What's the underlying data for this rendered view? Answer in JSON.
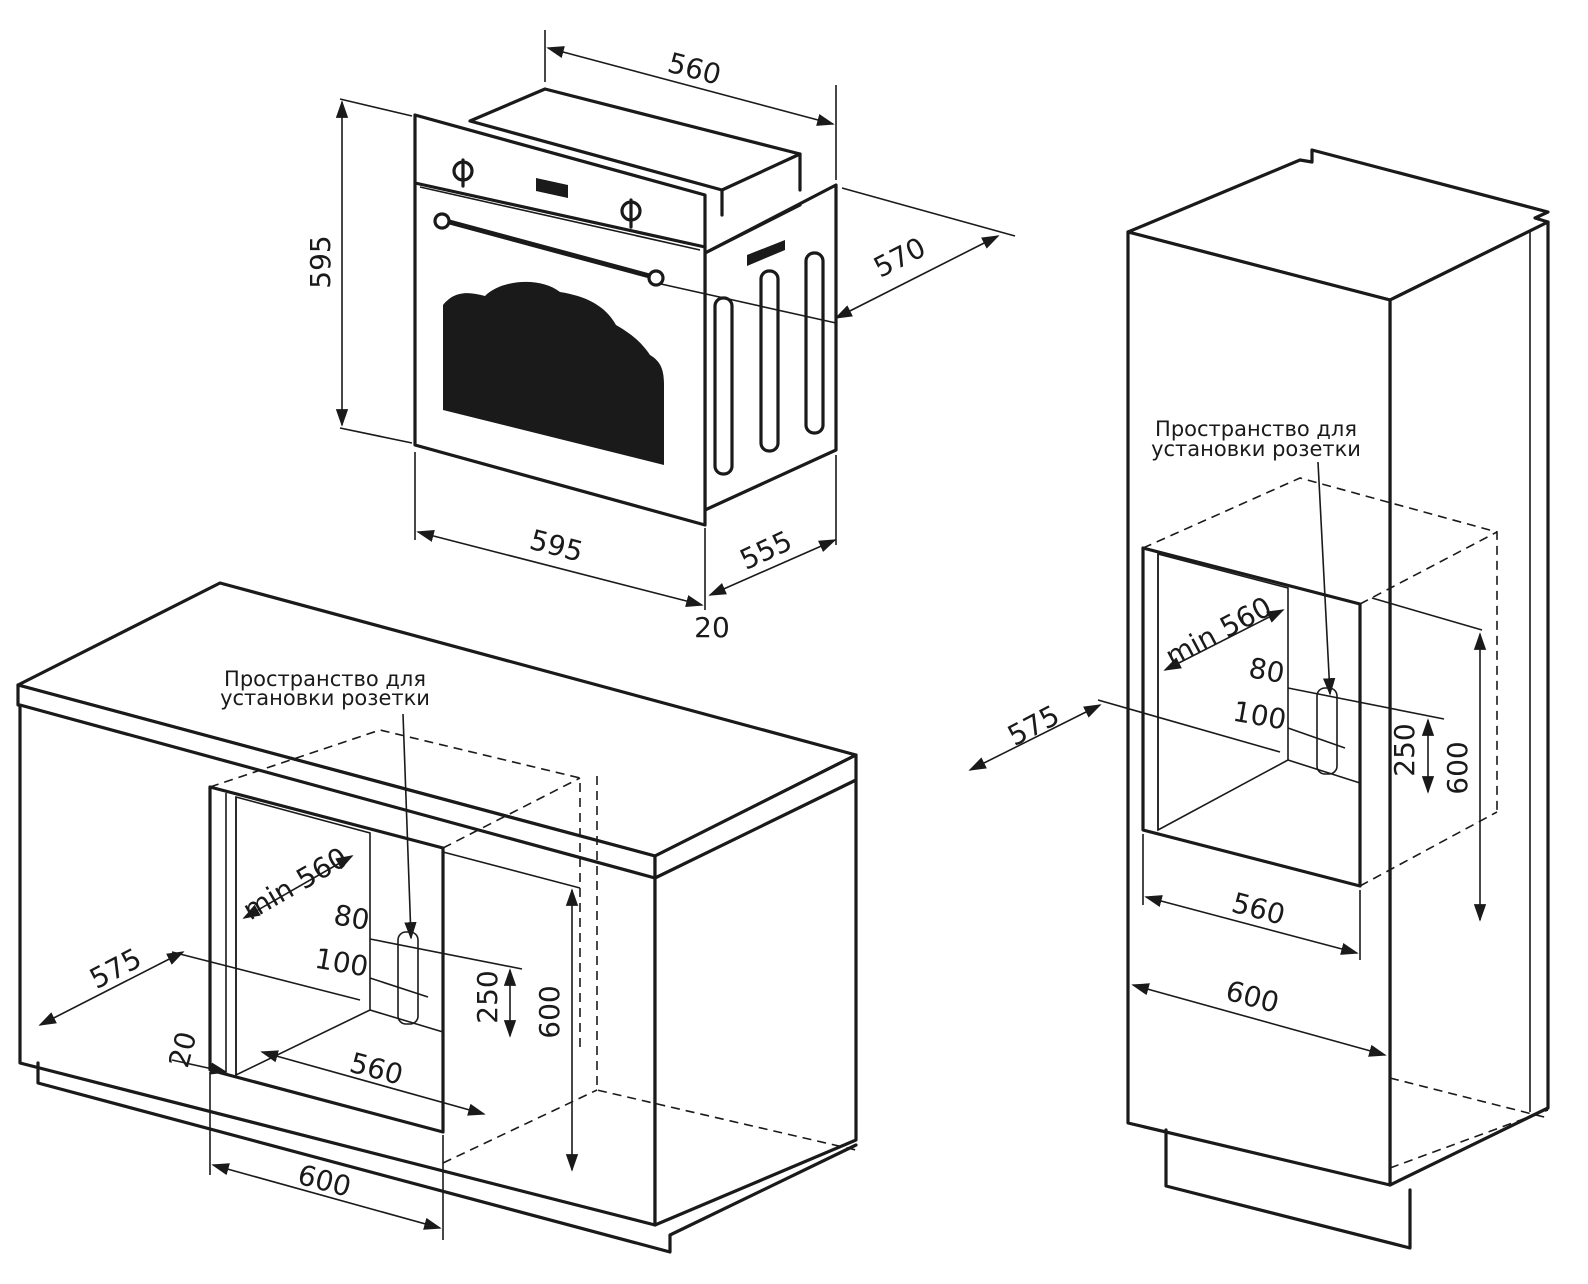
{
  "oven": {
    "width_label": "560",
    "height_label": "595",
    "depth_label": "570",
    "front_width_label": "595",
    "body_depth_label": "555",
    "door_label": "20"
  },
  "cabinet_under": {
    "caption_line1": "Пространство для",
    "caption_line2": "установки розетки",
    "depth_label": "575",
    "min_depth_label": "min 560",
    "socket_top_label": "80",
    "socket_gap_label": "100",
    "socket_zone_label": "250",
    "niche_height_label": "600",
    "gap_label": "20",
    "niche_width_label": "560",
    "cabinet_width_label": "600"
  },
  "cabinet_column": {
    "caption_line1": "Пространство для",
    "caption_line2": "установки розетки",
    "depth_label": "575",
    "min_depth_label": "min 560",
    "socket_top_label": "80",
    "socket_gap_label": "100",
    "socket_zone_label": "250",
    "niche_height_label": "600",
    "niche_width_label": "560",
    "cabinet_width_label": "600"
  }
}
